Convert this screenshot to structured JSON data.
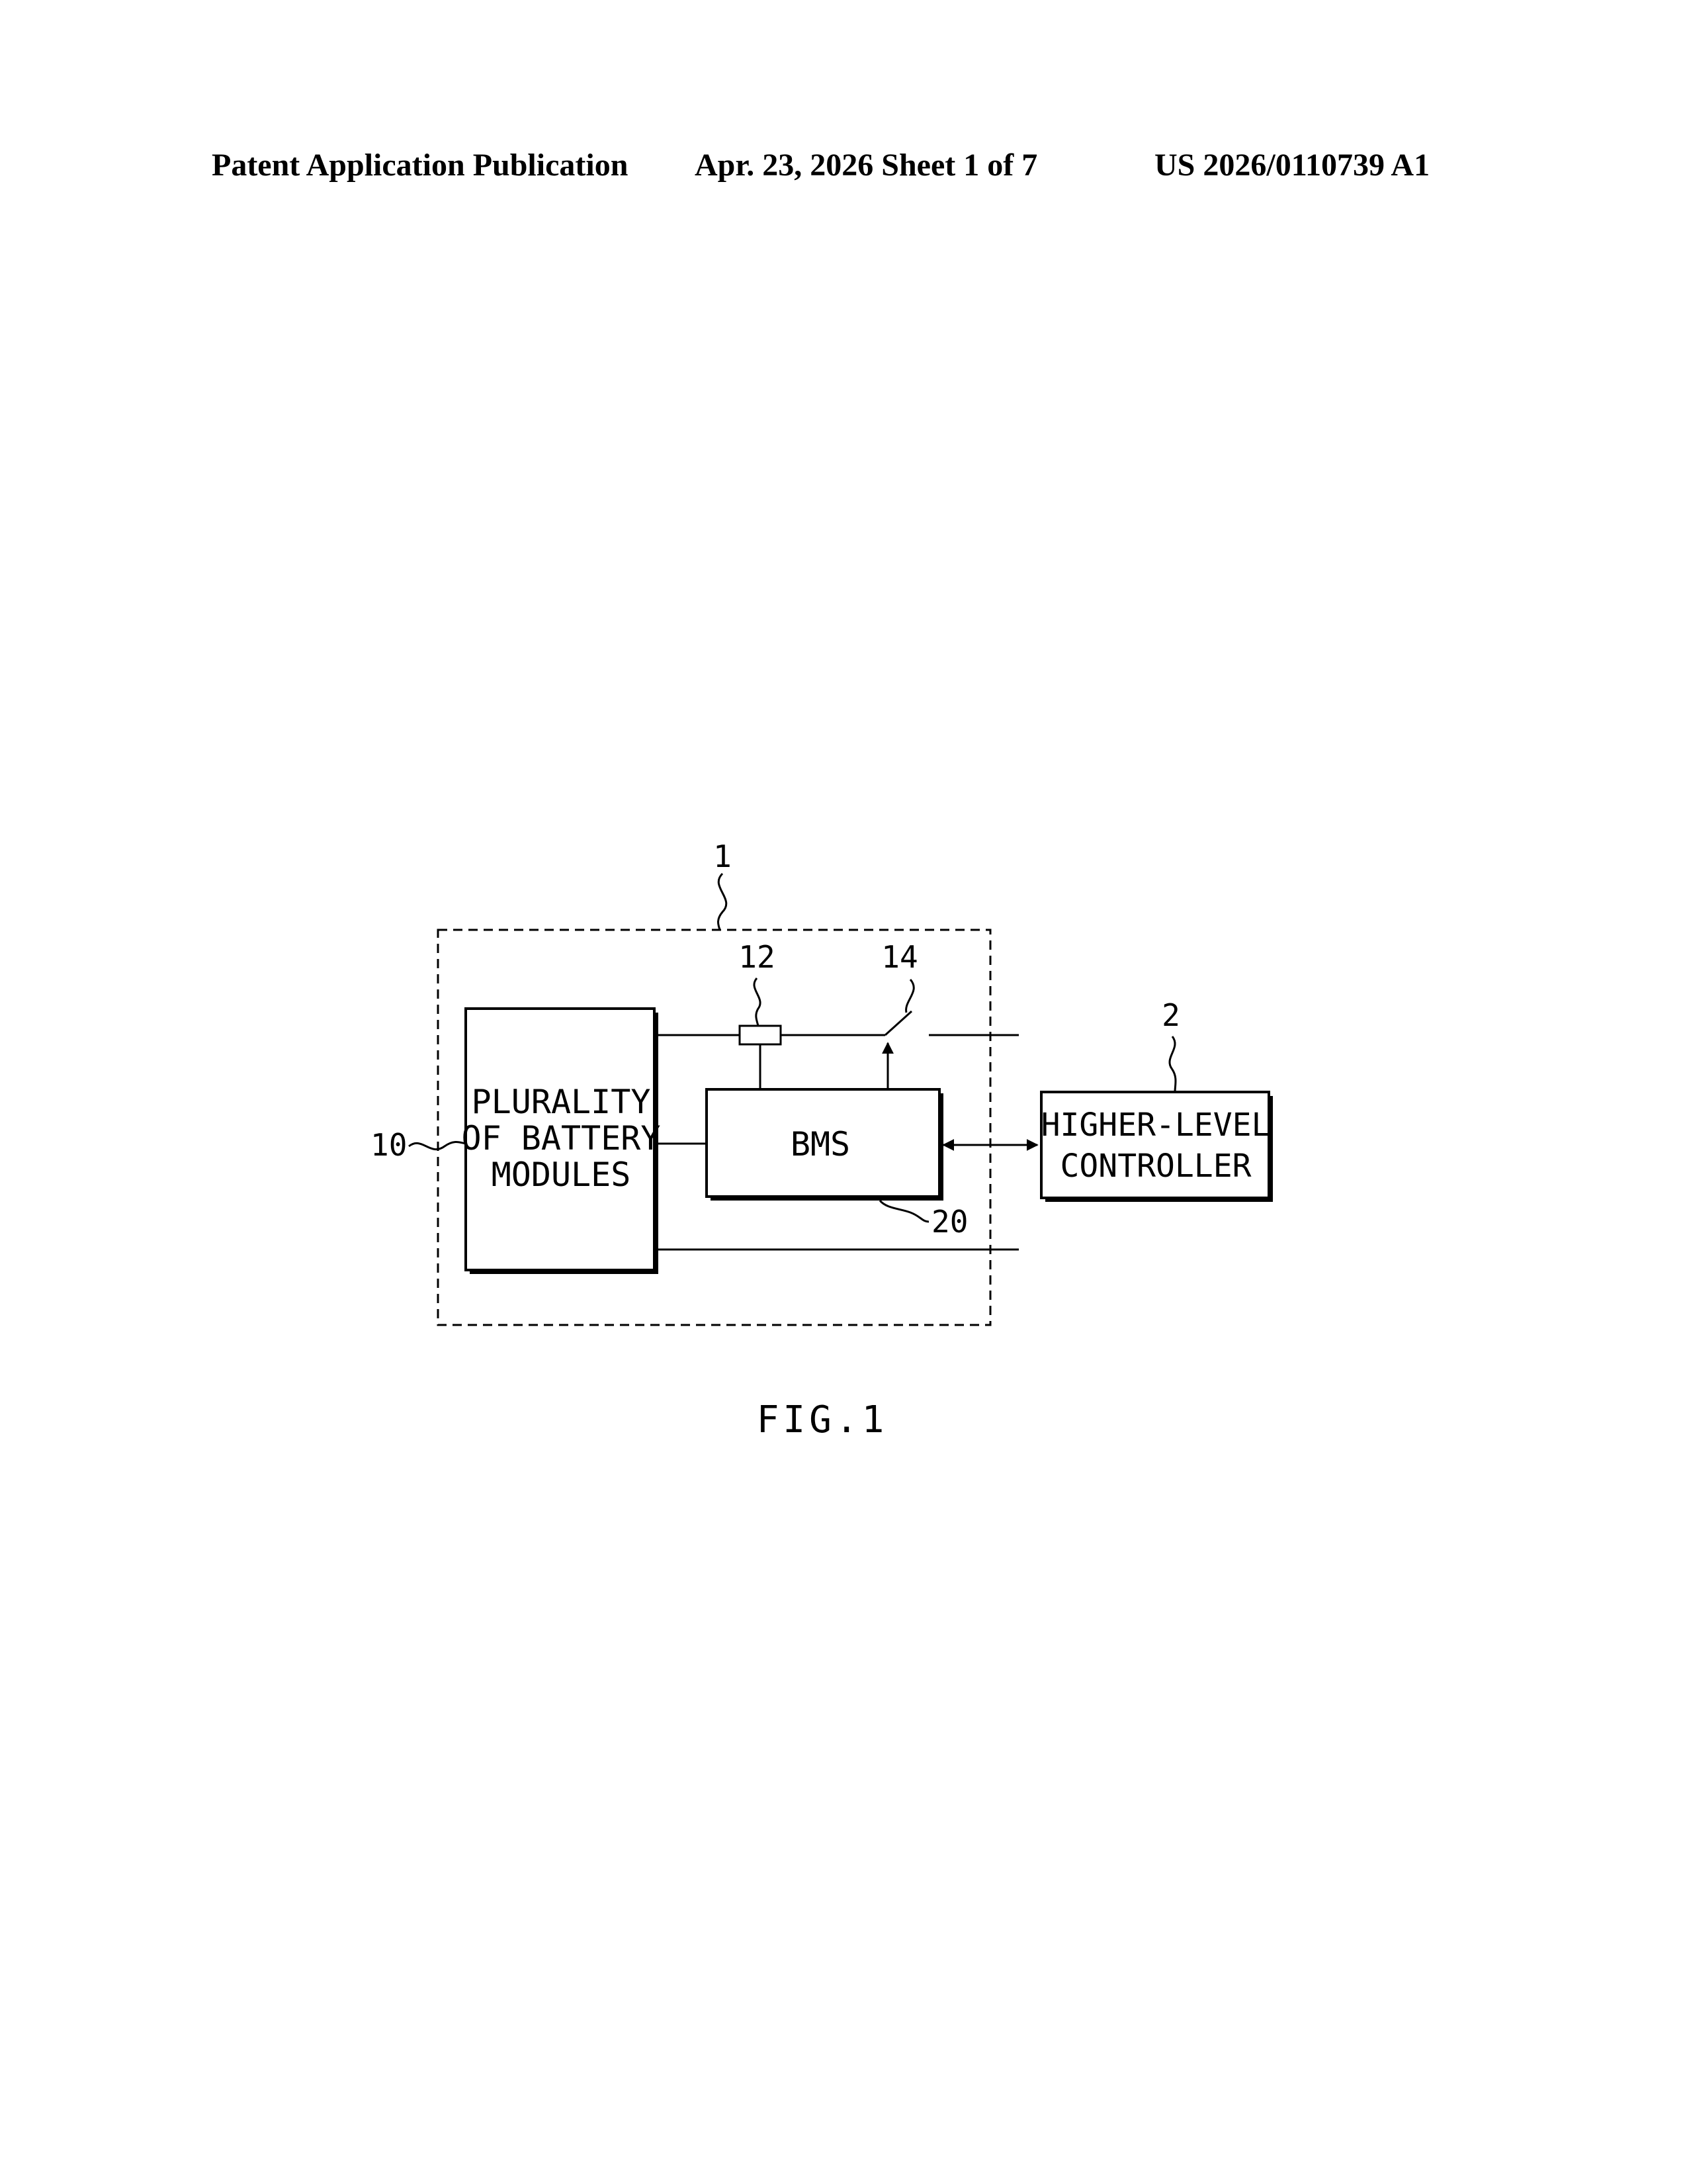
{
  "header": {
    "publication": "Patent Application Publication",
    "date_sheet": "Apr. 23, 2026  Sheet 1 of 7",
    "patent_number": "US 2026/0110739 A1"
  },
  "diagram": {
    "refs": {
      "system": "1",
      "controller": "2",
      "modules": "10",
      "sensor": "12",
      "switch": "14",
      "bms": "20"
    },
    "blocks": {
      "modules_line1": "PLURALITY",
      "modules_line2": "OF BATTERY",
      "modules_line3": "MODULES",
      "bms": "BMS",
      "controller_line1": "HIGHER-LEVEL",
      "controller_line2": "CONTROLLER"
    },
    "caption": "FIG.1"
  }
}
